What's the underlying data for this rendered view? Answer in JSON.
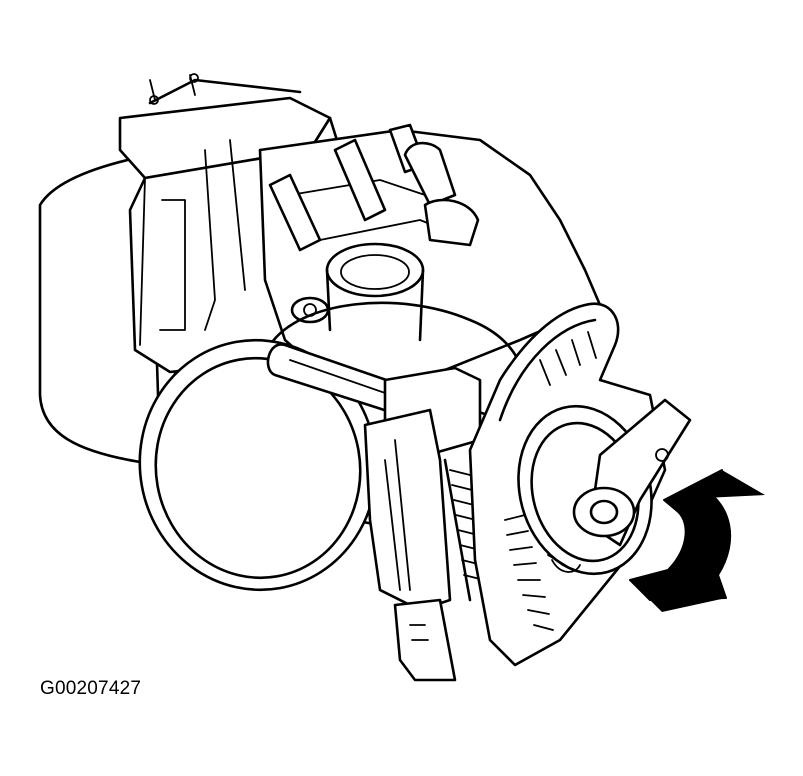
{
  "figure": {
    "figure_id": "G00207427",
    "subject": "throttle-body",
    "annotation": "rotation-arrow",
    "line_color": "#000000",
    "background_color": "#ffffff"
  }
}
